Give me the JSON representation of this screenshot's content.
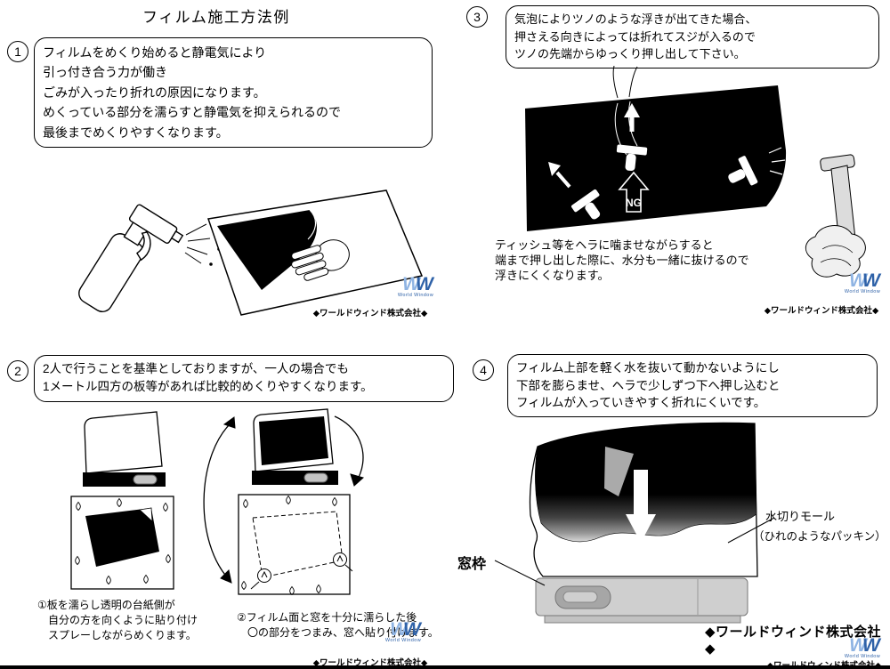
{
  "title": "フィルム施工方法例",
  "company_small": "◆ワールドウィンド株式会社◆",
  "company_bold": "◆ワールドウィンド株式会社◆",
  "logo": {
    "mark": "W",
    "name": "World Window"
  },
  "s1": {
    "num": "1",
    "bubble": "フィルムをめくり始めると静電気により\n引っ付き合う力が働き\nごみが入ったり折れの原因になります。\nめくっている部分を濡らすと静電気を抑えられるので\n最後までめくりやすくなります。"
  },
  "s2": {
    "num": "2",
    "bubble": "2人で行うことを基準としておりますが、一人の場合でも\n1メートル四方の板等があれば比較的めくりやすくなります。",
    "caption_left": "①板を濡らし透明の台紙側が\n　自分の方を向くように貼り付け\n　スプレーしながらめくります。",
    "caption_right": "②フィルム面と窓を十分に濡らした後\n　〇の部分をつまみ、窓へ貼り付けます。"
  },
  "s3": {
    "num": "3",
    "bubble": "気泡によりツノのような浮きが出てきた場合、\n押さえる向きによっては折れてスジが入るので\nツノの先端からゆっくり押し出して下さい。",
    "ng_label": "NG",
    "note": "ティッシュ等をヘラに噛ませながらすると\n端まで押し出した際に、水分も一緒に抜けるので\n浮きにくくなります。"
  },
  "s4": {
    "num": "4",
    "bubble": "フィルム上部を軽く水を抜いて動かないようにし\n下部を膨らませ、ヘラで少しずつ下へ押し込むと\nフィルムが入っていきやすく折れにくいです。",
    "label_molding": "水切りモール",
    "label_packing": "（ひれのようなパッキン）",
    "label_frame": "窓枠"
  }
}
